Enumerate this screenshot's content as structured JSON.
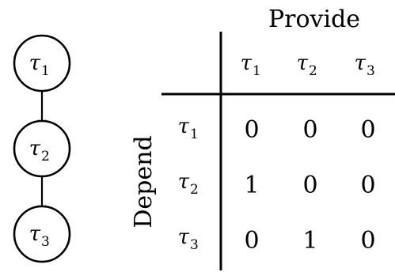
{
  "graph": {
    "nodes": [
      {
        "symbol": "τ",
        "subscript": "1"
      },
      {
        "symbol": "τ",
        "subscript": "2"
      },
      {
        "symbol": "τ",
        "subscript": "3"
      }
    ],
    "edges": [
      {
        "from": 0,
        "to": 1
      },
      {
        "from": 1,
        "to": 2
      }
    ]
  },
  "matrix": {
    "column_title": "Provide",
    "row_title": "Depend",
    "columns": [
      {
        "symbol": "τ",
        "subscript": "1"
      },
      {
        "symbol": "τ",
        "subscript": "2"
      },
      {
        "symbol": "τ",
        "subscript": "3"
      }
    ],
    "rows": [
      {
        "symbol": "τ",
        "subscript": "1"
      },
      {
        "symbol": "τ",
        "subscript": "2"
      },
      {
        "symbol": "τ",
        "subscript": "3"
      }
    ],
    "values": [
      [
        "0",
        "0",
        "0"
      ],
      [
        "1",
        "0",
        "0"
      ],
      [
        "0",
        "1",
        "0"
      ]
    ]
  }
}
